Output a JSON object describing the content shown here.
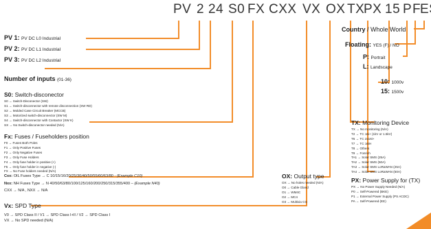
{
  "code": {
    "pv": "PV",
    "inputs": "2",
    "num": "24",
    "s0": "S0",
    "fx": "FX",
    "cxx": "CXX",
    "vx": "VX",
    "ox": "OX",
    "tx": "TX",
    "px": "PX",
    "power": "15",
    "p": "P",
    "f": "F",
    "es": "ES"
  },
  "pv": [
    {
      "code": "PV 1:",
      "text": "PV DC L0 Industrial"
    },
    {
      "code": "PV 2:",
      "text": "PV DC L1 Industrial"
    },
    {
      "code": "PV 3:",
      "text": "PV DC L2 Industrial"
    }
  ],
  "inputs": {
    "label": "Number of inputs",
    "range": "(01-36)"
  },
  "s0": {
    "code": "S0:",
    "title": "Switch-disconector",
    "items": [
      "S0 → Switch-Disconector (SW)",
      "S1 → Switch-disconnector with remote disconnection (SW RD)",
      "S2 → Molded Case Circuit Breaker (MCCB)",
      "S3 → Motorized switch-disconnector (SW M)",
      "S4 → Switch-disconnector with Contactor (SW K)",
      "SX → No Switch-disconector needed (N/A)"
    ]
  },
  "fx": {
    "code": "Fx:",
    "title": "Fuses / Fuseholders position",
    "items": [
      "F0 → Fuses Both Poles",
      "F1 → Only Positive Fuses",
      "F2 → Only Negative Fuses",
      "F3 → Only Fuse Holders",
      "F4 → Only fuse holder in positive (+)",
      "F5 → Only fuse holder in negative (-)",
      "FX → No Fuse holders needed (N/A)"
    ]
  },
  "cxx": {
    "code": "Cxx:",
    "text": "OIL Fuses Type → C 10/15/16/20/25/30/40/50/55/60/63/80 -",
    "example": "(Example C10)"
  },
  "nxx": {
    "code": "Nxx:",
    "text": "NH Fuses Type → N 40/50/63/80/100/125/160/200/250/315/355/400 –",
    "example": "(Example N40)"
  },
  "cxx_na": "CXX → N/A , NXX → N/A",
  "vx": {
    "code": "Vx:",
    "title": "SPD Type",
    "items": [
      "V0 → SPD Class II / V1 → SPD Class I+II / V2 → SPD Class I",
      "VX → No SPD needed (N/A)"
    ]
  },
  "ox": {
    "code": "OX:",
    "title": "Output type",
    "items": [
      "OX → No holes needed (N/A)",
      "O0 → Cable Gland",
      "O1 → WM4C",
      "O2 → MC4",
      "O3 → Multivia CG"
    ]
  },
  "tx": {
    "code": "TX:",
    "title": "Monitoring Device",
    "items": [
      "TX → No monitoring (N/A)",
      "T2 → TC 16i+ (1kV or 1.5kV)",
      "T5 → TC 2x16i+",
      "T7 → TC 16iH",
      "T8 → Others",
      "T9 → Fonrich",
      "TA1 → Solar SMS (25A)",
      "TA2 → Solar SMS (50A)",
      "TA3 → Solar SMS LoRaWAN (25A)",
      "TA4 → Solar SMS LoRaWAN (50A)"
    ]
  },
  "px": {
    "code": "PX:",
    "title": "Power Supply for (TX)",
    "items": [
      "PX → No Power Supply Needed (N/A)",
      "P0 → Self-Powered (BKE)",
      "P1 → External Power Supply (PS ACDC)",
      "PA → Self-Powered (EE)"
    ]
  },
  "voltage": [
    {
      "code": "10:",
      "text": "1000v"
    },
    {
      "code": "15:",
      "text": "1500v"
    }
  ],
  "orientation": [
    {
      "code": "P:",
      "text": "Portrait"
    },
    {
      "code": "L:",
      "text": "Landscape"
    }
  ],
  "floating": {
    "code": "Floating:",
    "text": "YES (F) / NO"
  },
  "country": {
    "code": "Country",
    "text": "/ Whole World"
  },
  "colors": {
    "accent": "#f28c28",
    "text": "#1a1a1a"
  }
}
